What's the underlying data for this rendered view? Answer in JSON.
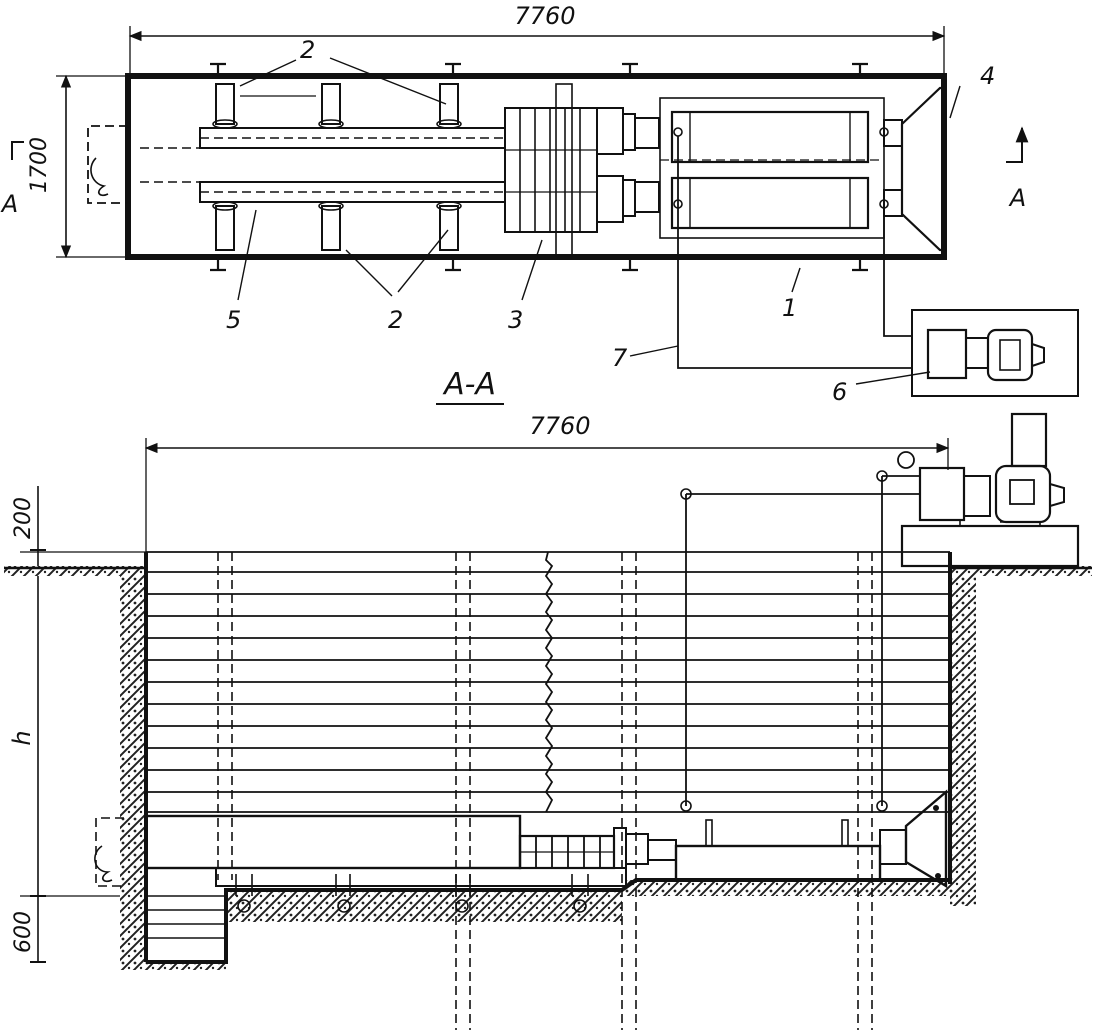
{
  "plan": {
    "overall_length": "7760",
    "width": "1700",
    "section_mark": "A",
    "callouts": {
      "c1": "1",
      "c2": "2",
      "c3": "3",
      "c4": "4",
      "c5": "5",
      "c6": "6",
      "c7": "7"
    }
  },
  "section": {
    "title": "A-A",
    "overall_length": "7760",
    "dim_top": "200",
    "dim_height": "h",
    "dim_bottom": "600"
  },
  "colors": {
    "ink": "#111111",
    "paper": "#ffffff",
    "soil": "#222222"
  }
}
